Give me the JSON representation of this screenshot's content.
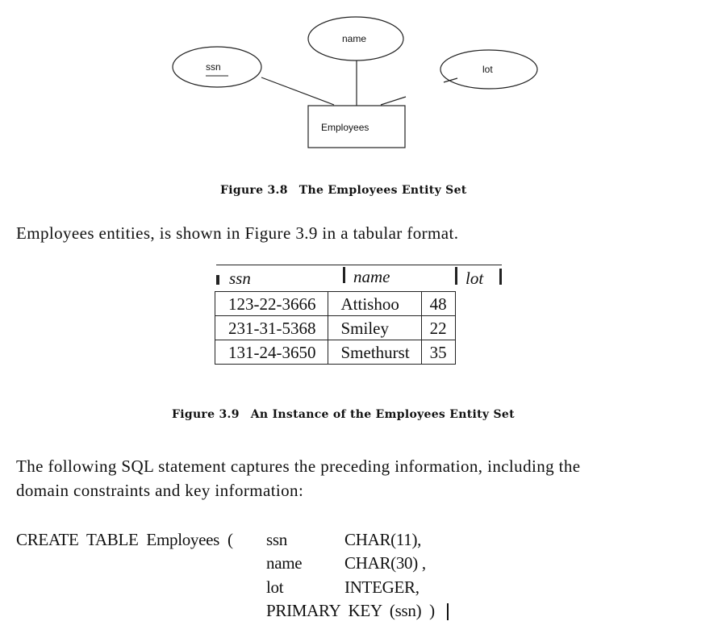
{
  "diagram": {
    "entity": "Employees",
    "attributes": [
      {
        "name": "ssn",
        "key": true
      },
      {
        "name": "name",
        "key": false
      },
      {
        "name": "lot",
        "key": false
      }
    ],
    "caption_label": "Figure 3.8",
    "caption_title": "The Employees Entity Set"
  },
  "intro_text": "Employees entities, is shown in Figure 3.9 in a tabular format.",
  "table": {
    "headers": [
      "ssn",
      "name",
      "lot"
    ],
    "rows": [
      [
        "123-22-3666",
        "Attishoo",
        "48"
      ],
      [
        "231-31-5368",
        "Smiley",
        "22"
      ],
      [
        "131-24-3650",
        "Smethurst",
        "35"
      ]
    ],
    "caption_label": "Figure 3.9",
    "caption_title": "An Instance of the Employees Entity Set"
  },
  "sql_intro_1": "The following SQL statement captures the preceding information, including the",
  "sql_intro_2": "domain constraints and key information:",
  "sql": {
    "line1_prefix": "CREATE  TABLE  Employees  (",
    "fields": [
      {
        "name": "ssn",
        "type": "CHAR(11),"
      },
      {
        "name": "name",
        "type": "CHAR(30) ,"
      },
      {
        "name": "lot",
        "type": "INTEGER,"
      }
    ],
    "last_line": "PRIMARY  KEY  (ssn)  )"
  }
}
